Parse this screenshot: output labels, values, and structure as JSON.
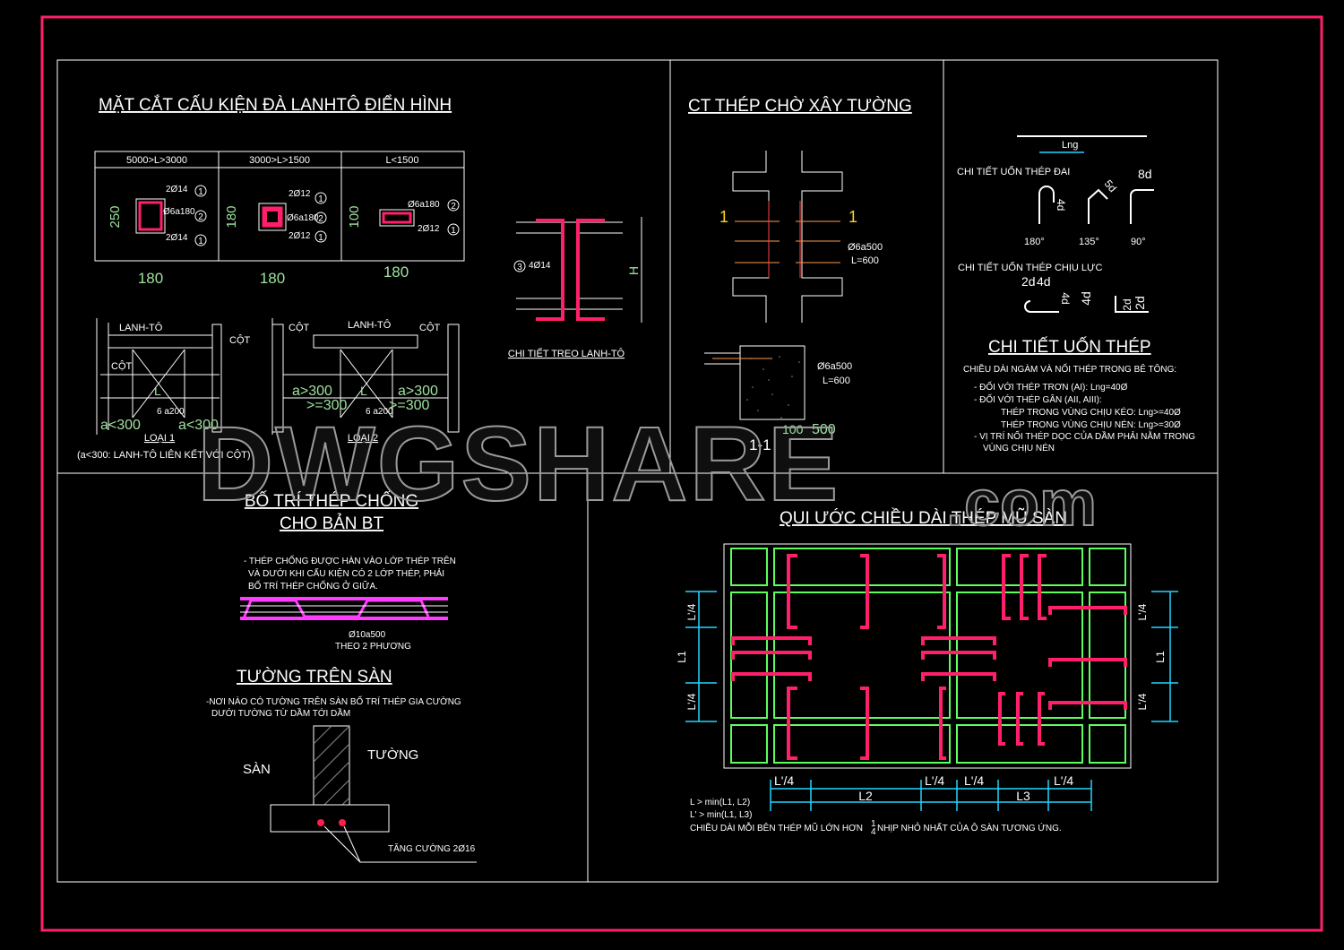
{
  "colors": {
    "border": "#ff1f6b",
    "line": "#ffffff",
    "green": "#5cff5c",
    "cyan": "#22d6ff",
    "magenta": "#ff1f6b",
    "violet": "#ff3cff",
    "yellow": "#ffd21e"
  },
  "lintel": {
    "title": "MẶT CẮT CẤU KIỆN ĐÀ LANHTÔ ĐIỂN HÌNH",
    "cols": [
      "5000>L>3000",
      "3000>L>1500",
      "L<1500"
    ],
    "c1": {
      "top": "2Ø14",
      "stir": "Ø6a180",
      "bot": "2Ø14",
      "h": "250",
      "w": "180"
    },
    "c2": {
      "top": "2Ø12",
      "stir": "Ø6a180",
      "bot": "2Ø12",
      "h": "180",
      "w": "180"
    },
    "c3": {
      "stir": "Ø6a180",
      "bot": "2Ø12",
      "h": "100",
      "w": "180"
    },
    "n1": "1",
    "n2": "2",
    "type1": {
      "lintel": "LANH-TÔ",
      "col": "CỘT",
      "col2": "CỘT",
      "a": "a<300",
      "a2": "a<300",
      "small": "6 a200",
      "l": "L",
      "name": "LOẠI 1"
    },
    "type2": {
      "lintel": "LANH-TÔ",
      "col": "CỘT",
      "col2": "CỘT",
      "a": "a>300",
      "a2": "a>300",
      "ge": ">=300",
      "ge2": ">=300",
      "small": "6 a200",
      "l": "L",
      "name": "LOẠI 2"
    },
    "note": "(a<300: LANH-TÔ LIÊN KẾT VỚI CỘT)"
  },
  "hanger": {
    "bar": "4Ø14",
    "num": "3",
    "h": "H",
    "caption": "CHI TIẾT TREO LANH-TÔ"
  },
  "wall_dowel": {
    "title": "CT THÉP CHỜ XÂY TƯỜNG",
    "sec": "1",
    "sec2": "1",
    "bar": "Ø6a500",
    "len": "L=600",
    "bar2": "Ø6a500",
    "len2": "L=600",
    "d1": "100",
    "d2": "500",
    "sec_label": "1-1"
  },
  "bend": {
    "lng": "Lng",
    "stirrup": "CHI TIẾT UỐN THÉP ĐAI",
    "d8": "8d",
    "d5": "5d",
    "d4": "4d",
    "a180": "180°",
    "a135": "135°",
    "a90": "90°",
    "main": "CHI TIẾT UỐN THÉP CHỊU LỰC",
    "d2": "2d",
    "d4b": "4d",
    "d4c": "4d",
    "d4d": "4d",
    "d2b": "2d",
    "d2c": "2d",
    "title": "CHI TIẾT UỐN THÉP",
    "notes": [
      "CHIỀU DÀI NGÀM VÀ NỐI THÉP TRONG BÊ TÔNG:",
      "- ĐỐI VỚI THÉP TRƠN (AI): Lng=40Ø",
      "- ĐỐI VỚI THÉP GÂN (AII, AIII):",
      "THÉP TRONG VÙNG CHỊU KÉO: Lng>=40Ø",
      "THÉP TRONG VÙNG CHỊU NÉN: Lng>=30Ø",
      "- VỊ TRÍ NỐI THÉP DỌC CỦA DẦM PHẢI NẰM TRONG",
      "VÙNG CHỊU NÉN"
    ]
  },
  "support": {
    "title1": "BỐ TRÍ THÉP CHỐNG",
    "title2": "CHO BẢN BT",
    "notes": [
      "- THÉP CHỐNG ĐƯỢC HÀN VÀO LỚP THÉP TRÊN",
      "VÀ DƯỚI KHI CẤU KIỆN CÓ 2 LỚP THÉP, PHẢI",
      "BỐ TRÍ THÉP CHỐNG Ở GIỮA."
    ],
    "bar": "Ø10a500",
    "dir": "THEO 2 PHƯƠNG"
  },
  "wall_on_slab": {
    "title": "TƯỜNG TRÊN SÀN",
    "notes": [
      "-NƠI NÀO CÓ TƯỜNG TRÊN SÀN BỐ TRÍ THÉP GIA CƯỜNG",
      "DƯỚI TƯỜNG TỪ DẦM TỚI DẦM"
    ],
    "slab": "SÀN",
    "wall": "TƯỜNG",
    "rebar": "TĂNG CƯỜNG 2Ø16"
  },
  "cap": {
    "title": "QUI ƯỚC CHIỀU DÀI THÉP MŨ SÀN",
    "lq": "L'/4",
    "lq2": "L'/4",
    "lq3": "L'/4",
    "lq4": "L'/4",
    "lq5": "L'/4",
    "lq6": "L'/4",
    "lq7": "L'/4",
    "l1": "L1",
    "l1b": "L1",
    "l2": "L2",
    "l3": "L3",
    "n1": "L > min(L1, L2)",
    "n2": "L' > min(L1, L3)",
    "n3": "CHIỀU DÀI MỖI BÊN THÉP MŨ LỚN HƠN",
    "frac_n": "1",
    "frac_d": "4",
    "n4": "NHỊP NHỎ NHẤT CỦA Ô SÀN TƯƠNG ỨNG."
  },
  "watermark": {
    "main": "DWGSHARE",
    "dot": ".com"
  }
}
